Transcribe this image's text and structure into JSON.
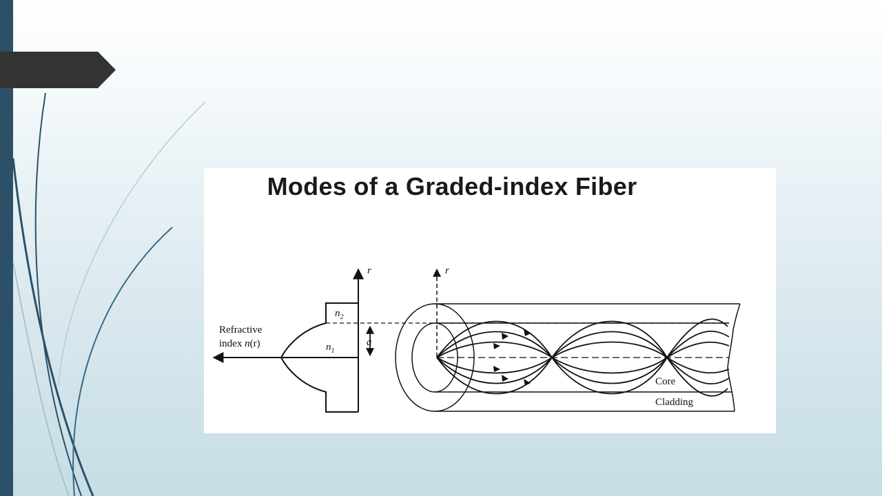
{
  "slide": {
    "colors": {
      "sidebar": "#2c5067",
      "tab": "#333333",
      "accent_line": "#3a6a86"
    }
  },
  "figure": {
    "title": "Modes of a Graded-index Fiber",
    "labels": {
      "refractive_line1": "Refractive",
      "refractive_line2_prefix": "index ",
      "refractive_line2_func": "n",
      "refractive_line2_arg": "(r)",
      "axis_r_left": "r",
      "axis_r_right": "r",
      "n2_base": "n",
      "n2_sub": "2",
      "n1_base": "n",
      "n1_sub": "1",
      "radius_a": "a",
      "core": "Core",
      "cladding": "Cladding"
    }
  }
}
